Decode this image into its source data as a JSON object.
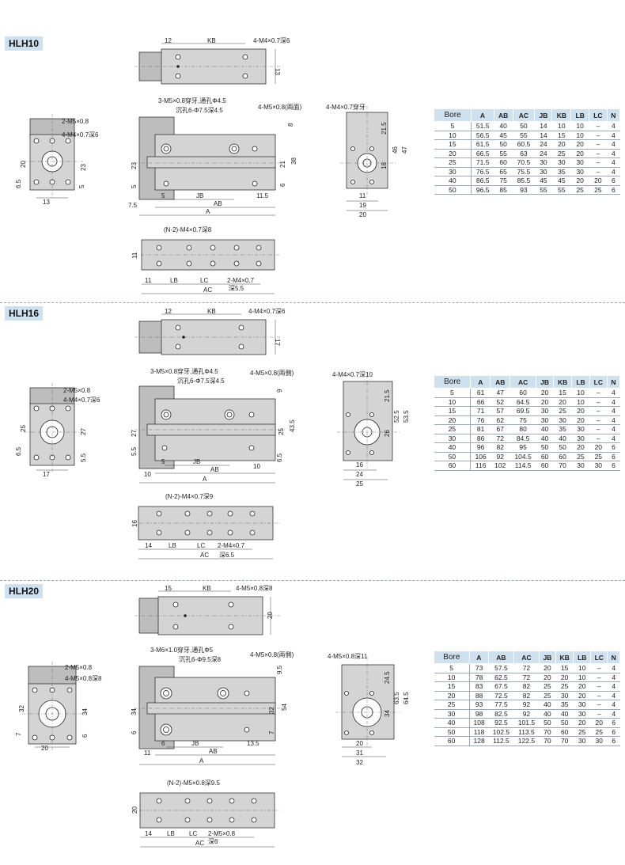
{
  "sections": [
    {
      "model": "HLH10",
      "top": {
        "left": "12",
        "mid": "KB",
        "right": "4-M4×0.7深6",
        "height": "13"
      },
      "side": {
        "callout1": "3-M5×0.8穿牙,通孔Φ4.5",
        "callout2": "沉孔6-Φ7.5深4.5",
        "callout3": "4-M5×0.8(兩面)",
        "d1": "23",
        "d2": "5",
        "d3": "21",
        "d4": "38",
        "d5": "8",
        "d6": "6",
        "d7": "5",
        "d8": "11.5",
        "jb": "JB",
        "ab": "AB",
        "a": "A",
        "d9": "7.5"
      },
      "end": {
        "c1": "2-M5×0.8",
        "c2": "4-M4×0.7深6",
        "d1": "20",
        "d2": "6.5",
        "d3": "23",
        "d4": "5",
        "d5": "13"
      },
      "right": {
        "c1": "4-M4×0.7穿牙",
        "d1": "21.5",
        "d2": "46",
        "d3": "47",
        "d4": "18",
        "d5": "11",
        "d6": "19",
        "d7": "20"
      },
      "bottom": {
        "c1": "(N-2)-M4×0.7深8",
        "d1": "11",
        "d2": "11",
        "lb": "LB",
        "lc": "LC",
        "c2": "2-M4×0.7",
        "c3": "深5.5",
        "ac": "AC"
      },
      "table": {
        "headers": [
          "Bore",
          "A",
          "AB",
          "AC",
          "JB",
          "KB",
          "LB",
          "LC",
          "N"
        ],
        "rows": [
          [
            "5",
            "51.5",
            "40",
            "50",
            "14",
            "10",
            "10",
            "–",
            "4"
          ],
          [
            "10",
            "56.5",
            "45",
            "55",
            "14",
            "15",
            "10",
            "–",
            "4"
          ],
          [
            "15",
            "61.5",
            "50",
            "60.5",
            "24",
            "20",
            "20",
            "–",
            "4"
          ],
          [
            "20",
            "66.5",
            "55",
            "63",
            "24",
            "25",
            "20",
            "–",
            "4"
          ],
          [
            "25",
            "71.5",
            "60",
            "70.5",
            "30",
            "30",
            "30",
            "–",
            "4"
          ],
          [
            "30",
            "76.5",
            "65",
            "75.5",
            "30",
            "35",
            "30",
            "–",
            "4"
          ],
          [
            "40",
            "86.5",
            "75",
            "85.5",
            "45",
            "45",
            "20",
            "20",
            "6"
          ],
          [
            "50",
            "96.5",
            "85",
            "93",
            "55",
            "55",
            "25",
            "25",
            "6"
          ]
        ]
      }
    },
    {
      "model": "HLH16",
      "top": {
        "left": "12",
        "mid": "KB",
        "right": "4-M4×0.7深6",
        "height": "17"
      },
      "side": {
        "callout1": "3-M5×0.8穿牙,通孔Φ4.5",
        "callout2": "沉孔6-Φ7.5深4.5",
        "callout3": "4-M5×0.8(兩側)",
        "d1": "27",
        "d2": "5.5",
        "d3": "25",
        "d4": "43.5",
        "d5": "9",
        "d6": "6.5",
        "d7": "5",
        "d8": "10",
        "jb": "JB",
        "ab": "AB",
        "a": "A",
        "d9": "10"
      },
      "end": {
        "c1": "2-M5×0.8",
        "c2": "4-M4×0.7深6",
        "d1": "25",
        "d2": "6.5",
        "d3": "27",
        "d4": "5.5",
        "d5": "17"
      },
      "right": {
        "c1": "4-M4×0.7深10",
        "d1": "21.5",
        "d2": "52.5",
        "d3": "53.5",
        "d4": "26",
        "d5": "16",
        "d6": "24",
        "d7": "25"
      },
      "bottom": {
        "c1": "(N-2)-M4×0.7深9",
        "d1": "16",
        "d2": "14",
        "lb": "LB",
        "lc": "LC",
        "c2": "2-M4×0.7",
        "c3": "深6.5",
        "ac": "AC"
      },
      "table": {
        "headers": [
          "Bore",
          "A",
          "AB",
          "AC",
          "JB",
          "KB",
          "LB",
          "LC",
          "N"
        ],
        "rows": [
          [
            "5",
            "61",
            "47",
            "60",
            "20",
            "15",
            "10",
            "–",
            "4"
          ],
          [
            "10",
            "66",
            "52",
            "64.5",
            "20",
            "20",
            "10",
            "–",
            "4"
          ],
          [
            "15",
            "71",
            "57",
            "69.5",
            "30",
            "25",
            "20",
            "–",
            "4"
          ],
          [
            "20",
            "76",
            "62",
            "75",
            "30",
            "30",
            "20",
            "–",
            "4"
          ],
          [
            "25",
            "81",
            "67",
            "80",
            "40",
            "35",
            "30",
            "–",
            "4"
          ],
          [
            "30",
            "86",
            "72",
            "84.5",
            "40",
            "40",
            "30",
            "–",
            "4"
          ],
          [
            "40",
            "96",
            "82",
            "95",
            "50",
            "50",
            "20",
            "20",
            "6"
          ],
          [
            "50",
            "106",
            "92",
            "104.5",
            "60",
            "60",
            "25",
            "25",
            "6"
          ],
          [
            "60",
            "116",
            "102",
            "114.5",
            "60",
            "70",
            "30",
            "30",
            "6"
          ]
        ]
      }
    },
    {
      "model": "HLH20",
      "top": {
        "left": "15",
        "mid": "KB",
        "right": "4-M5×0.8深8",
        "height": "20"
      },
      "side": {
        "callout1": "3-M6×1.0穿牙,通孔Φ5",
        "callout2": "沉孔6-Φ9.5深8",
        "callout3": "4-M5×0.8(兩側)",
        "d1": "34",
        "d2": "6",
        "d3": "32",
        "d4": "54",
        "d5": "9.5",
        "d6": "7",
        "d7": "6",
        "d8": "13.5",
        "jb": "JB",
        "ab": "AB",
        "a": "A",
        "d9": "11"
      },
      "end": {
        "c1": "2-M5×0.8",
        "c2": "4-M5×0.8深8",
        "d1": "32",
        "d2": "7",
        "d3": "34",
        "d4": "6",
        "d5": "20"
      },
      "right": {
        "c1": "4-M5×0.8深11",
        "d1": "24.5",
        "d2": "63.5",
        "d3": "64.5",
        "d4": "34",
        "d5": "20",
        "d6": "31",
        "d7": "32"
      },
      "bottom": {
        "c1": "(N-2)-M5×0.8深9.5",
        "d1": "20",
        "d2": "14",
        "lb": "LB",
        "lc": "LC",
        "c2": "2-M5×0.8",
        "c3": "深6",
        "ac": "AC"
      },
      "table": {
        "headers": [
          "Bore",
          "A",
          "AB",
          "AC",
          "JB",
          "KB",
          "LB",
          "LC",
          "N"
        ],
        "rows": [
          [
            "5",
            "73",
            "57.5",
            "72",
            "20",
            "15",
            "10",
            "–",
            "4"
          ],
          [
            "10",
            "78",
            "62.5",
            "72",
            "20",
            "20",
            "10",
            "–",
            "4"
          ],
          [
            "15",
            "83",
            "67.5",
            "82",
            "25",
            "25",
            "20",
            "–",
            "4"
          ],
          [
            "20",
            "88",
            "72.5",
            "82",
            "25",
            "30",
            "20",
            "–",
            "4"
          ],
          [
            "25",
            "93",
            "77.5",
            "92",
            "40",
            "35",
            "30",
            "–",
            "4"
          ],
          [
            "30",
            "98",
            "82.5",
            "92",
            "40",
            "40",
            "30",
            "–",
            "4"
          ],
          [
            "40",
            "108",
            "92.5",
            "101.5",
            "50",
            "50",
            "20",
            "20",
            "6"
          ],
          [
            "50",
            "118",
            "102.5",
            "113.5",
            "70",
            "60",
            "25",
            "25",
            "6"
          ],
          [
            "60",
            "128",
            "112.5",
            "122.5",
            "70",
            "70",
            "30",
            "30",
            "6"
          ]
        ]
      }
    }
  ]
}
